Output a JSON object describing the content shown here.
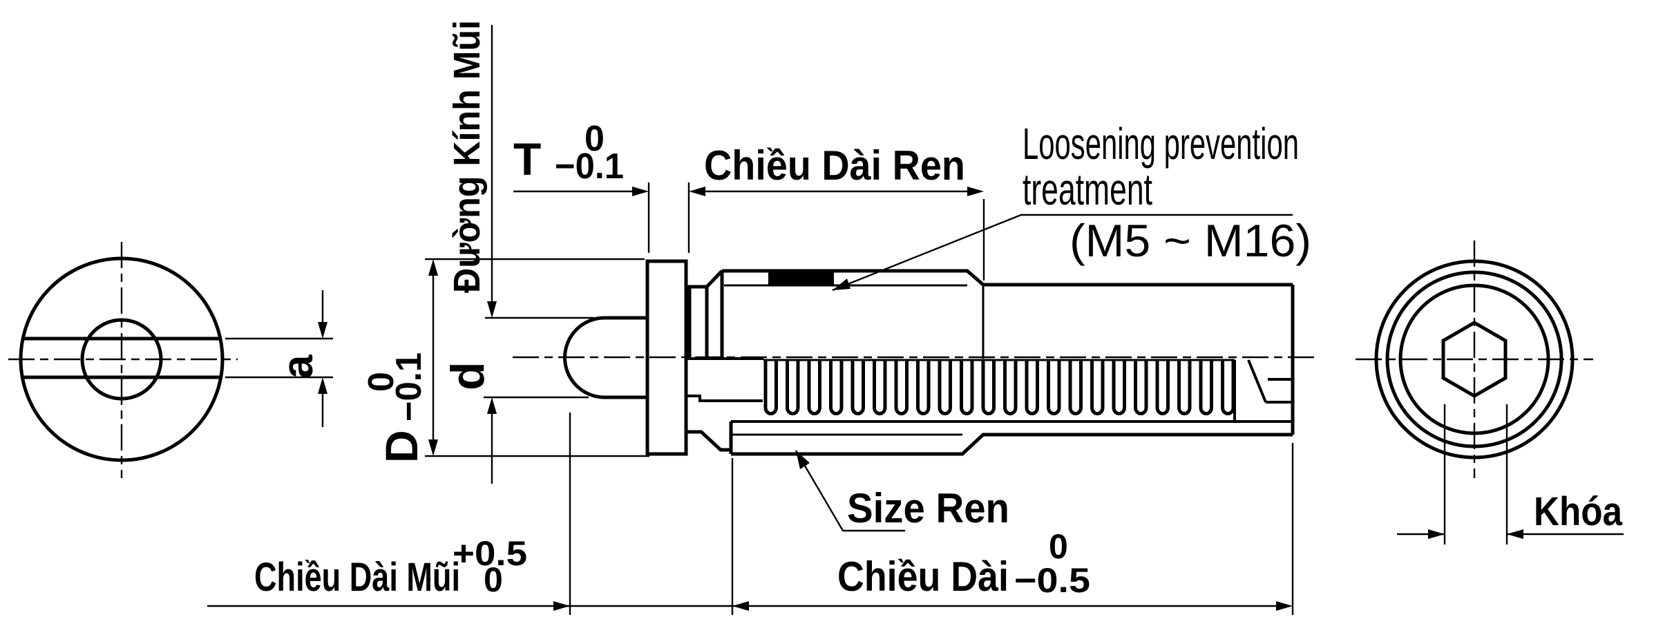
{
  "drawing": {
    "title": "Spring plunger technical drawing",
    "colors": {
      "line": "#000000",
      "background": "#ffffff",
      "treatment_band": "#000000"
    },
    "labels": {
      "nose_diameter": "Đường Kính Mũi",
      "t": "T",
      "t_tol_upper": "0",
      "t_tol_lower": "−0.1",
      "thread_length": "Chiều Dài Ren",
      "loosening_line1": "Loosening prevention",
      "loosening_line2": "treatment",
      "thread_range": "(M5 ~ M16)",
      "flange_diameter": "D",
      "flange_tol_upper": "0",
      "flange_tol_lower": "−0.1",
      "nose_dia_letter": "d",
      "slot_width": "a",
      "thread_size": "Size Ren",
      "nose_length": "Chiều Dài Mũi",
      "nose_length_tol_upper": "+0.5",
      "nose_length_tol_lower": "0",
      "total_length": "Chiều Dài",
      "total_length_tol_upper": "0",
      "total_length_tol_lower": "−0.5",
      "wrench": "Khóa"
    }
  }
}
